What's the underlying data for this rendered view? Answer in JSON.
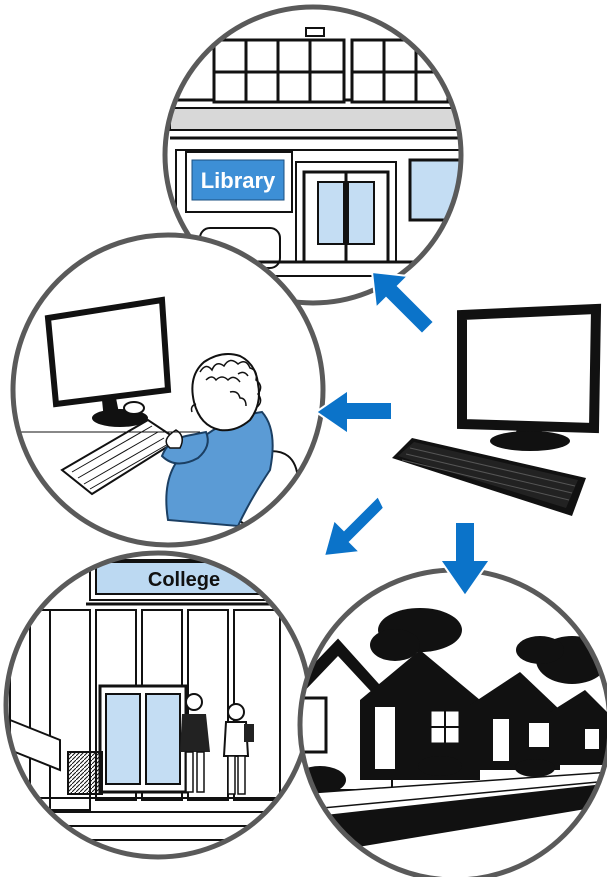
{
  "signs": {
    "library": "Library",
    "college": "College"
  },
  "colors": {
    "accent_blue": "#0b73c9",
    "sign_blue": "#3d8fd6",
    "sign_light_blue": "#bcd9f2",
    "glass_blue": "#c4ddf3",
    "shirt_blue": "#5b9bd5",
    "outline_gray": "#5a5a5a",
    "ink": "#111111"
  },
  "icons": [
    "computer-icon",
    "keyboard-icon",
    "arrow-icon",
    "person-at-computer",
    "library-building",
    "college-building",
    "houses"
  ]
}
